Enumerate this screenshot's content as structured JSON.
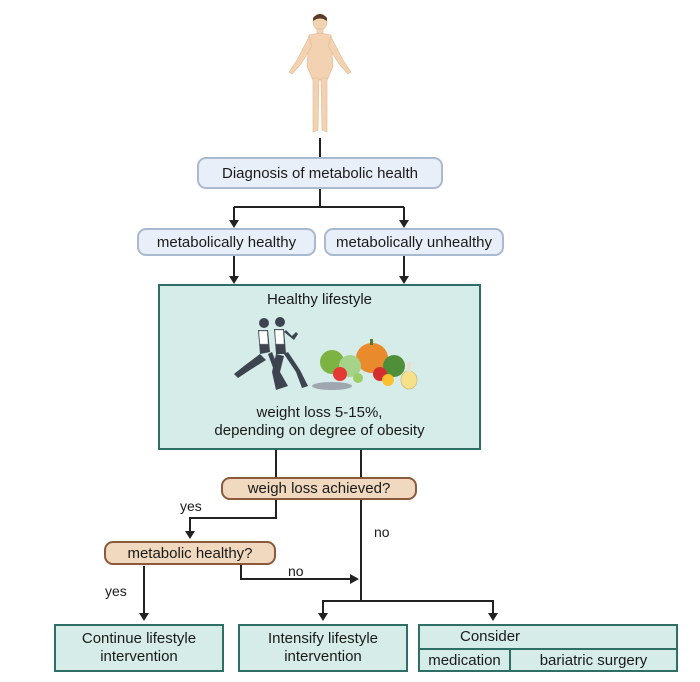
{
  "nodes": {
    "diagnosis": "Diagnosis of metabolic health",
    "healthy": "metabolically healthy",
    "unhealthy": "metabolically unhealthy",
    "lifestyle_title": "Healthy lifestyle",
    "lifestyle_text_1": "weight loss 5-15%,",
    "lifestyle_text_2": "depending on degree of obesity",
    "weight_loss_q": "weigh loss achieved?",
    "metabolic_q": "metabolic healthy?",
    "continue_1": "Continue lifestyle",
    "continue_2": "intervention",
    "intensify_1": "Intensify lifestyle",
    "intensify_2": "intervention",
    "consider": "Consider",
    "medication": "medication",
    "surgery": "bariatric surgery"
  },
  "edge_labels": {
    "yes1": "yes",
    "no1": "no",
    "yes2": "yes",
    "no2": "no"
  },
  "icons": [
    "human-body-icon",
    "runners-icon",
    "healthy-food-icon"
  ]
}
